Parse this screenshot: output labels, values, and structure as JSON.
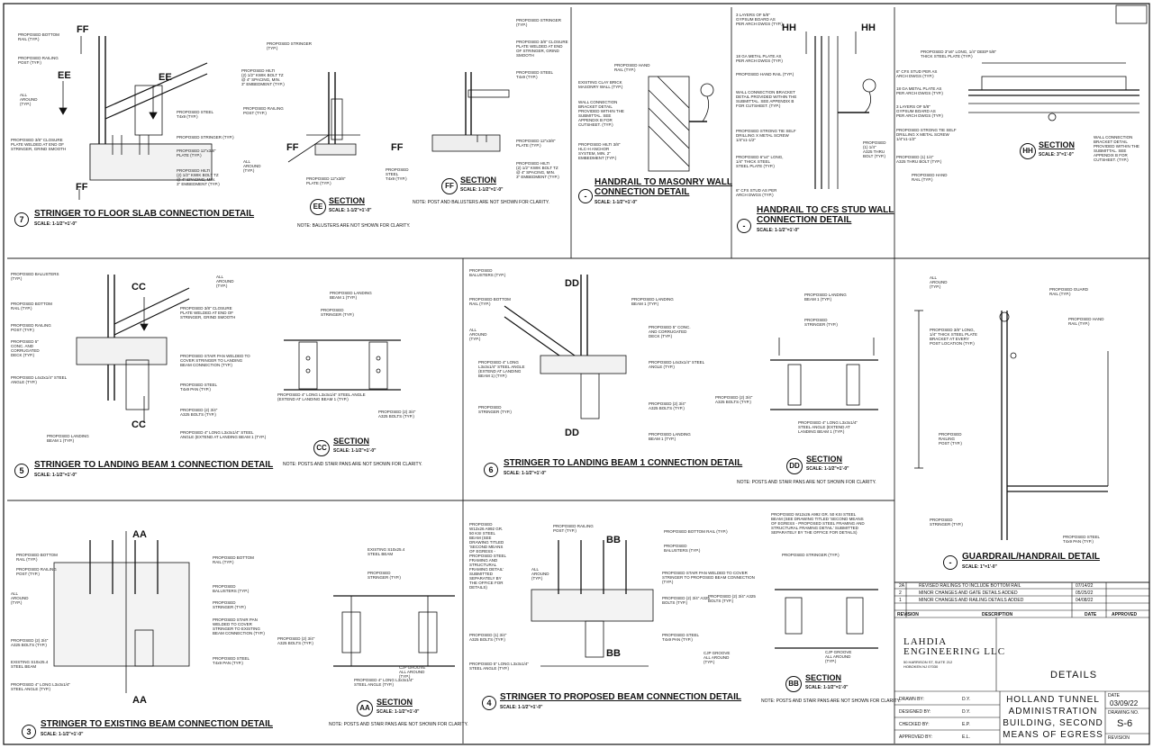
{
  "details": [
    {
      "id": "d7",
      "number": "7",
      "title": "STRINGER TO FLOOR SLAB CONNECTION DETAIL",
      "scale": "SCALE: 1-1/2\"=1'-0\""
    },
    {
      "id": "d5",
      "number": "5",
      "title": "STRINGER TO LANDING BEAM 1 CONNECTION DETAIL",
      "scale": "SCALE: 1-1/2\"=1'-0\""
    },
    {
      "id": "d6",
      "number": "6",
      "title": "STRINGER TO LANDING BEAM 1 CONNECTION DETAIL",
      "scale": "SCALE: 1-1/2\"=1'-0\""
    },
    {
      "id": "d3",
      "number": "3",
      "title": "STRINGER TO EXISTING BEAM CONNECTION DETAIL",
      "scale": "SCALE: 1-1/2\"=1'-0\""
    },
    {
      "id": "d4",
      "number": "4",
      "title": "STRINGER TO PROPOSED BEAM CONNECTION DETAIL",
      "scale": "SCALE: 1-1/2\"=1'-0\""
    },
    {
      "id": "dm",
      "number": "-",
      "title": "HANDRAIL TO MASONRY WALL",
      "title2": "CONNECTION DETAIL",
      "scale": "SCALE: 1-1/2\"=1'-0\""
    },
    {
      "id": "dc",
      "number": "-",
      "title": "HANDRAIL TO CFS STUD WALL",
      "title2": "CONNECTION DETAIL",
      "scale": "SCALE: 1-1/2\"=1'-0\""
    },
    {
      "id": "dg",
      "number": "-",
      "title": "GUARDRAIL/HANDRAIL DETAIL",
      "scale": "SCALE: 1\"=1'-0\""
    }
  ],
  "sections": [
    {
      "id": "EE",
      "label": "SECTION",
      "scale": "SCALE: 1-1/2\"=1'-0\""
    },
    {
      "id": "FF",
      "label": "SECTION",
      "scale": "SCALE: 1-1/2\"=1'-0\""
    },
    {
      "id": "HH",
      "label": "SECTION",
      "scale": "SCALE: 3\"=1'-0\""
    },
    {
      "id": "CC",
      "label": "SECTION",
      "scale": "SCALE: 1-1/2\"=1'-0\""
    },
    {
      "id": "DD",
      "label": "SECTION",
      "scale": "SCALE: 1-1/2\"=1'-0\""
    },
    {
      "id": "AA",
      "label": "SECTION",
      "scale": "SCALE: 1-1/2\"=1'-0\""
    },
    {
      "id": "BB",
      "label": "SECTION",
      "scale": "SCALE: 1-1/2\"=1'-0\""
    }
  ],
  "notes": {
    "balusters": "NOTE: BALUSTERS ARE NOT SHOWN FOR CLARITY.",
    "posts_balusters": "NOTE: POST AND BALUSTERS ARE NOT SHOWN FOR CLARITY.",
    "posts_stair_pans": "NOTE: POSTS AND STAIR PANS ARE NOT SHOWN FOR CLARITY."
  },
  "cut_marks": [
    "EE",
    "FF",
    "HH",
    "CC",
    "DD",
    "AA",
    "BB"
  ],
  "callouts": {
    "d7": [
      "PROPOSED BOTTOM\nRAIL (TYP.)",
      "PROPOSED RAILING\nPOST (TYP.)",
      "ALL\nAROUND\n(TYP.)",
      "PROPOSED 3/8\" CLOSURE\nPLATE WELDED AT END OF\nSTRINGER, GRIND SMOOTH",
      "PROPOSED STEEL\nT4x9 (TYP.)",
      "PROPOSED STRINGER (TYP.)",
      "PROPOSED 12\"x3/8\"\nPLATE (TYP.)",
      "PROPOSED HILTI\n(2) 1/2\" KWIK BOLT TZ\n@ 4\" SPACING, MIN.\n3\" EMBEDMENT (TYP.)"
    ],
    "ee": [
      "PROPOSED STRINGER\n(TYP.)",
      "PROPOSED HILTI\n(2) 1/2\" KWIK BOLT TZ\n@ 4\" SPACING, MIN.\n3\" EMBEDMENT (TYP.)",
      "PROPOSED RAILING\nPOST (TYP.)",
      "PROPOSED 12\"x3/8\"\nPLATE (TYP.)",
      "PROPOSED\nSTEEL\nT4x9 (TYP.)",
      "ALL\nAROUND\n(TYP.)"
    ],
    "ff": [
      "PROPOSED STRINGER\n(TYP.)",
      "PROPOSED 3/8\" CLOSURE\nPLATE WELDED AT END\nOF STRINGER, GRIND\nSMOOTH",
      "PROPOSED STEEL\nT4x9 (TYP.)",
      "PROPOSED 12\"x3/8\"\nPLATE (TYP.)",
      "PROPOSED HILTI\n(2) 1/2\" KWIK BOLT TZ\n@ 4\" SPACING, MIN.\n3\" EMBEDMENT (TYP.)"
    ],
    "dm": [
      "PROPOSED HAND\nRAIL (TYP.)",
      "EXISTING CLAY BRICK\nMASONRY WALL (TYP.)",
      "WALL CONNECTION\nBRACKET DETAIL\nPROVIDED WITHIN THE\nSUBMITTAL. SEE\nAPPENDIX B FOR\nCUTSHEET. (TYP.)",
      "PROPOSED HILTI 3/8\"\nHLC-H ANCHOR\nSYSTEM, MIN. 2\"\nEMBEDMENT (TYP.)"
    ],
    "dc": [
      "3 LAYERS OF 5/8\"\nGYPSUM BOARD AS\nPER ARCH DWGS (TYP.)",
      "18 GA METAL PLATE AS\nPER ARCH DWGS (TYP.)",
      "PROPOSED HAND RAIL (TYP.)",
      "WALL CONNECTION BRACKET\nDETAIL PROVIDED WITHIN THE\nSUBMITTAL. SEE APPENDIX B\nFOR CUTSHEET. (TYP.)",
      "PROPOSED STRONG TIE SELF\nDRILLING X METAL SCREW\n1/4\"x1-1/2\"",
      "PROPOSED 6\"x4\" LONG,\n1/4\" THICK STEEL\nSTEEL PLATE (TYP.)",
      "6\" CFS STUD AS PER\nARCH DWGS (TYP.)",
      "PROPOSED\n(1) 1/4\"\nA325 THRU\nBOLT (TYP.)"
    ],
    "hh": [
      "PROPOSED 3\"x6\" LONG, 1/4\" DEEP 5/8\"\nTHICK STEEL PLATE (TYP.)",
      "6\" CFS STUD PER AS\nARCH DWGS (TYP.)",
      "18 GA METAL PLATE AS\nPER ARCH DWGS (TYP.)",
      "3 LAYERS OF 5/8\"\nGYPSUM BOARD AS\nPER ARCH DWGS (TYP.)",
      "PROPOSED STRONG TIE SELF\nDRILLING X METAL SCREW\n1/4\"x1-1/2\"",
      "PROPOSED (1) 1/4\"\nA325 THRU BOLT (TYP.)",
      "PROPOSED HAND\nRAIL (TYP.)",
      "WALL CONNECTION\nBRACKET DETAIL\nPROVIDED WITHIN THE\nSUBMITTAL. SEE\nAPPENDIX B FOR\nCUTSHEET. (TYP.)"
    ],
    "d5": [
      "PROPOSED BALUSTERS\n(TYP.)",
      "PROPOSED BOTTOM\nRAIL (TYP.)",
      "PROPOSED RAILING\nPOST (TYP.)",
      "PROPOSED 3/8\" CLOSURE\nPLATE WELDED AT END OF\nSTRINGER, GRIND SMOOTH",
      "PROPOSED 5\"\nCONC. AND\nCORRUGATED\nDECK (TYP.)",
      "PROPOSED L4x3x1/4\" STEEL\nANGLE (TYP.)",
      "PROPOSED STAIR PAN WELDED TO\nCOVER STRINGER TO LANDING\nBEAM CONNECTION (TYP.)",
      "PROPOSED STEEL\nT4x9 PAN (TYP.)",
      "PROPOSED LANDING\nBEAM 1 (TYP.)",
      "PROPOSED 4\" LONG L3x3x1/4\" STEEL\nANGLE (EXTEND AT LANDING BEAM 1 (TYP.)",
      "PROPOSED (2) 3/4\"\nA325 BOLTS (TYP.)",
      "ALL\nAROUND\n(TYP.)"
    ],
    "cc": [
      "PROPOSED LANDING\nBEAM 1 (TYP.)",
      "PROPOSED\nSTRINGER (TYP.)",
      "PROPOSED 4\" LONG L3x3x1/4\" STEEL ANGLE\n(EXTEND AT LANDING BEAM 1 (TYP.)",
      "PROPOSED (2) 3/4\"\nA325 BOLTS (TYP.)"
    ],
    "d6": [
      "PROPOSED\nBALUSTERS (TYP.)",
      "PROPOSED BOTTOM\nRAIL (TYP.)",
      "PROPOSED LANDING\nBEAM 1 (TYP.)",
      "PROPOSED 5\" CONC.\nAND CORRUGATED\nDECK (TYP.)",
      "PROPOSED 4\" LONG\nL3x3x1/4\" STEEL ANGLE\n(EXTEND AT LANDING\nBEAM 1) (TYP.)",
      "PROPOSED L4x3x1/4\" STEEL\nANGLE (TYP.)",
      "PROPOSED (2) 3/4\"\nA325 BOLTS (TYP.)",
      "PROPOSED\nSTRINGER (TYP.)",
      "PROPOSED LANDING\nBEAM 1 (TYP.)",
      "ALL\nAROUND\n(TYP.)"
    ],
    "dd": [
      "PROPOSED LANDING\nBEAM 1 (TYP.)",
      "PROPOSED\nSTRINGER (TYP.)",
      "PROPOSED (2) 3/4\"\nA325 BOLTS (TYP.)",
      "PROPOSED 4\" LONG L3x3x1/4\"\nSTEEL ANGLE (EXTEND AT\nLANDING BEAM 1 (TYP.)"
    ],
    "dg": [
      "PROPOSED GUARD\nRAIL (TYP.)",
      "PROPOSED HAND\nRAIL (TYP.)",
      "PROPOSED 3/8\" LONG,\n1/4\" THICK STEEL PLATE\nBRACKET AT EVERY\nPOST LOCATION (TYP.)",
      "PROPOSED\nRAILING\nPOST (TYP.)",
      "PROPOSED\nSTRINGER (TYP.)",
      "PROPOSED STEEL\nT4x9 PAN (TYP.)",
      "ALL\nAROUND\n(TYP.)"
    ],
    "d3": [
      "PROPOSED BOTTOM\nRAIL (TYP.)",
      "PROPOSED RAILING\nPOST (TYP.)",
      "PROPOSED BOTTOM\nRAIL (TYP.)",
      "PROPOSED\nBALUSTERS (TYP.)",
      "PROPOSED\nSTRINGER (TYP.)",
      "PROPOSED STAIR PAN\nWELDED TO COVER\nSTRINGER TO EXISTING\nBEAM CONNECTION (TYP.)",
      "PROPOSED STEEL\nT4x9 PAN (TYP.)",
      "PROPOSED (2) 3/4\"\nA325 BOLTS (TYP.)",
      "EXISTING S10x25.4\nSTEEL BEAM",
      "PROPOSED 4\" LONG L3x3x1/4\"\nSTEEL ANGLE (TYP.)",
      "ALL\nAROUND\n(TYP.)"
    ],
    "aa": [
      "EXISTING S10x25.4\nSTEEL BEAM",
      "PROPOSED\nSTRINGER (TYP.)",
      "PROPOSED (2) 3/4\"\nA325 BOLTS (TYP.)",
      "CJP GROOVE\nALL AROUND\n(TYP.)",
      "PROPOSED 4\" LONG L3x3x1/4\"\nSTEEL ANGLE (TYP.)"
    ],
    "d4": [
      "PROPOSED RAILING\nPOST (TYP.)",
      "PROPOSED BOTTOM RAIL (TYP.)",
      "PROPOSED\nBALUSTERS (TYP.)",
      "PROPOSED\nW12x26 A992 GR.\n50 KSI STEEL\nBEAM (SEE\nDRAWING TITLED\n'SECOND MEANS\nOF EGRESS -\nPROPOSED STEEL\nFRAMING AND\nSTRUCTURAL\nFRAMING DETAIL'\nSUBMITTED\nSEPARATELY BY\nTHE OFFICE FOR\nDETAILS)",
      "PROPOSED STAIR PAN WELDED TO COVER\nSTRINGER TO PROPOSED BEAM CONNECTION\n(TYP.)",
      "PROPOSED (2) 3/4\" A325\nBOLTS (TYP.)",
      "PROPOSED (1) 3/4\"\nA325 BOLTS (TYP.)",
      "PROPOSED STEEL\nT4x9 PAN (TYP.)",
      "CJP GROOVE\nALL AROUND\n(TYP.)",
      "PROPOSED 5\" LONG L3x3x1/4\"\nSTEEL ANGLE (TYP.)",
      "ALL\nAROUND\n(TYP.)"
    ],
    "bb": [
      "PROPOSED W12x26 A992 GR. 50 KSI STEEL\nBEAM (SEE DRAWING TITLED 'SECOND MEANS\nOF EGRESS - PROPOSED STEEL FRAMING AND\nSTRUCTURAL FRAMING DETAIL' SUBMITTED\nSEPARATELY BY THE OFFICE FOR DETAILS)",
      "PROPOSED STRINGER (TYP.)",
      "PROPOSED (2) 3/4\" A325\nBOLTS (TYP.)",
      "CJP GROOVE\nALL AROUND\n(TYP.)"
    ]
  },
  "revisions": [
    {
      "rev": "2A",
      "description": "REVISED RAILINGS TO INCLUDE BOTTOM RAIL",
      "date": "07/14/22",
      "approved": ""
    },
    {
      "rev": "2",
      "description": "MINOR CHANGES AND GATE DETAILS ADDED",
      "date": "05/25/22",
      "approved": ""
    },
    {
      "rev": "1",
      "description": "MINOR CHANGES AND RAILING DETAILS ADDED",
      "date": "04/08/22",
      "approved": ""
    }
  ],
  "revision_headers": {
    "rev": "REVISION",
    "description": "DESCRIPTION",
    "date": "DATE",
    "approved": "APPROVED"
  },
  "title_block": {
    "company_line1": "LAHDIA",
    "company_line2": "ENGINEERING LLC",
    "address_line1": "50 HARRISON ST, SUITE 212",
    "address_line2": "HOBOKEN NJ 07030",
    "sheet_title": "DETAILS",
    "project_line1": "HOLLAND TUNNEL",
    "project_line2": "ADMINISTRATION",
    "project_line3": "BUILDING, SECOND",
    "project_line4": "MEANS OF EGRESS",
    "drawn_by_label": "DRAWN BY:",
    "drawn_by": "D.Y.",
    "designed_by_label": "DESIGNED BY:",
    "designed_by": "D.Y.",
    "checked_by_label": "CHECKED BY:",
    "checked_by": "E.P.",
    "approved_by_label": "APPROVED BY:",
    "approved_by": "E.L.",
    "date_label": "DATE",
    "date": "03/09/22",
    "drawing_no_label": "DRAWING NO.",
    "drawing_no": "S-6",
    "revision_label": "REVISION"
  }
}
